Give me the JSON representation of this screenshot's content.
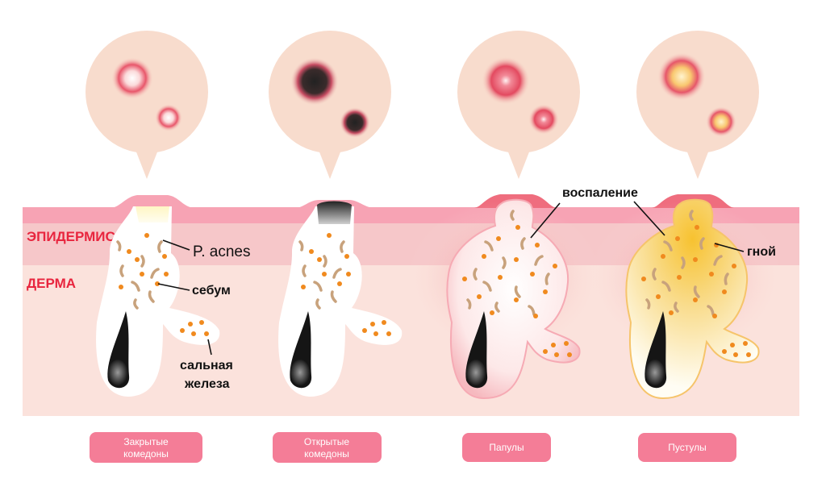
{
  "layers": {
    "epidermis": "ЭПИДЕРМИС",
    "dermis": "ДЕРМА"
  },
  "annotations": {
    "bacteria": "P. acnes",
    "sebum": "себум",
    "gland_line1": "сальная",
    "gland_line2": "железа",
    "inflammation": "воспаление",
    "pus": "гной"
  },
  "stages": [
    {
      "label_line1": "Закрытые",
      "label_line2": "комедоны"
    },
    {
      "label_line1": "Открытые",
      "label_line2": "комедоны"
    },
    {
      "label_line1": "Папулы",
      "label_line2": ""
    },
    {
      "label_line1": "Пустулы",
      "label_line2": ""
    }
  ],
  "colors": {
    "skin_top": "#f7a3b4",
    "epidermis": "#f6c7c9",
    "dermis": "#fbe2dc",
    "bubble": "#f8dccd",
    "label_fill": "#f47d97",
    "layer_text": "#e8253e",
    "sebum_dot": "#f08a1e",
    "bacteria": "#c8a27c",
    "hair": "#151515",
    "pus": "#f7c84a"
  }
}
